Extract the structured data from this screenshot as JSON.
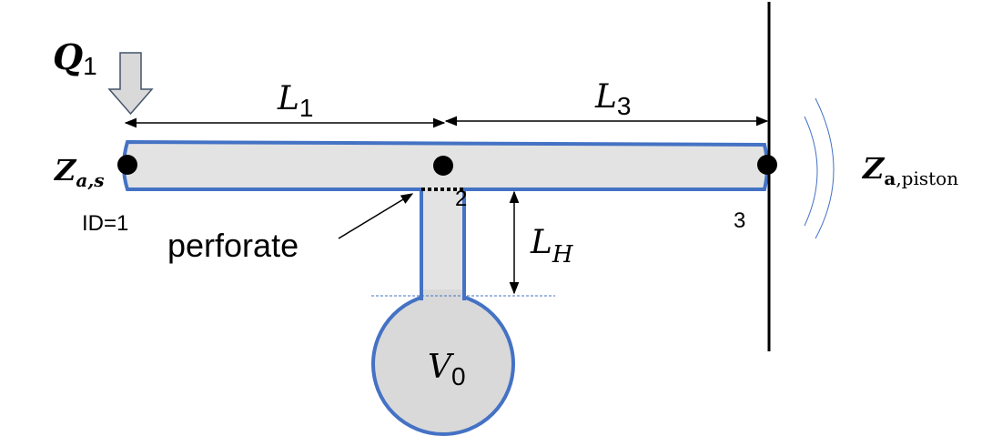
{
  "colors": {
    "pipe_fill": "#e3e3e3",
    "pipe_stroke": "#4472c4",
    "line": "#000000",
    "arrow_fill": "#d9d9d9",
    "arrow_stroke": "#44546a",
    "wave": "#4472c4"
  },
  "labels": {
    "flow": {
      "main": "Q",
      "sub": "1"
    },
    "length_1": {
      "main": "L",
      "sub": "1"
    },
    "length_3": {
      "main": "L",
      "sub": "3"
    },
    "length_h": {
      "main": "L",
      "sub": "H"
    },
    "volume": {
      "main": "V",
      "sub": "0"
    },
    "source_impedance": {
      "main": "Z",
      "sub": "a,s"
    },
    "radiation_impedance": {
      "main": "Z",
      "sub_bold": "a",
      "sub": ",piston"
    },
    "node_1": "ID=1",
    "node_2": "2",
    "node_3": "3",
    "perforate": "perforate"
  },
  "icons": {
    "flow_arrow": "down-arrow-icon",
    "wall": "baffle-wall",
    "waves": "sound-wave-icon"
  }
}
